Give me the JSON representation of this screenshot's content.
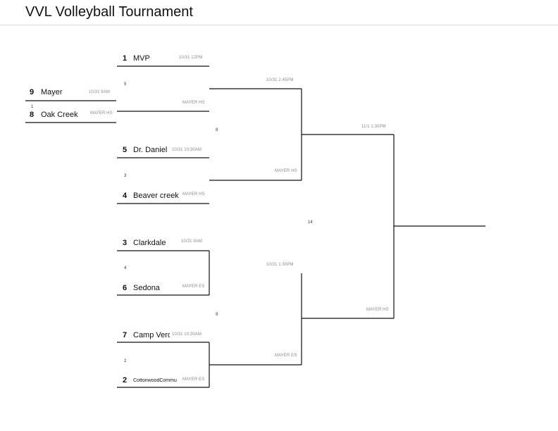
{
  "page": {
    "title": "VVL Volleyball Tournament"
  },
  "teams": {
    "t9": {
      "seed": "9",
      "name": "Mayer"
    },
    "t8": {
      "seed": "8",
      "name": "Oak Creek"
    },
    "t1": {
      "seed": "1",
      "name": "MVP"
    },
    "t5": {
      "seed": "5",
      "name": "Dr. Daniel B"
    },
    "t4": {
      "seed": "4",
      "name": "Beaver creek"
    },
    "t3": {
      "seed": "3",
      "name": "Clarkdale"
    },
    "t6": {
      "seed": "6",
      "name": "Sedona"
    },
    "t7": {
      "seed": "7",
      "name": "Camp Verd"
    },
    "t2": {
      "seed": "2",
      "name": "CottonwoodCommu"
    }
  },
  "games": {
    "g1": {
      "number": "1",
      "time": "10/31 9AM",
      "location": "MAYER HS"
    },
    "g5": {
      "number": "5",
      "time": "10/31 12PM",
      "location": "MAYER HS"
    },
    "g3": {
      "number": "3",
      "time": "10/31 10:30AM",
      "location": "MAYER HS"
    },
    "g4": {
      "number": "4",
      "time": "10/31 9AM",
      "location": "MAYER ES"
    },
    "g2": {
      "number": "2",
      "time": "10/31 10:30AM",
      "location": "MAYER ES"
    },
    "g8": {
      "number": "8",
      "time": "10/31 2:45PM",
      "location": "MAYER HS"
    },
    "g9": {
      "number": "9",
      "time": "10/31 1:30PM",
      "location": "MAYER ES"
    },
    "g14": {
      "number": "14",
      "time": "11/1 1:30PM",
      "location": "MAYER HS"
    }
  }
}
